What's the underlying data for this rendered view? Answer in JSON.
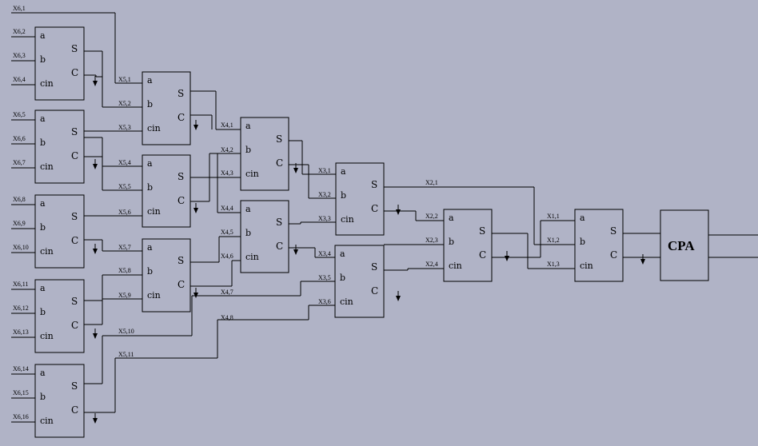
{
  "ports": {
    "a": "a",
    "b": "b",
    "cin": "cin",
    "s": "S",
    "c": "C"
  },
  "cpa_label": "CPA",
  "inputs": [
    "X6,1",
    "X6,2",
    "X6,3",
    "X6,4",
    "X6,5",
    "X6,6",
    "X6,7",
    "X6,8",
    "X6,9",
    "X6,10",
    "X6,11",
    "X6,12",
    "X6,13",
    "X6,14",
    "X6,15",
    "X6,16"
  ],
  "stage5": [
    "X5,1",
    "X5,2",
    "X5,3",
    "X5,4",
    "X5,5",
    "X5,6",
    "X5,7",
    "X5,8",
    "X5,9",
    "X5,10",
    "X5,11"
  ],
  "stage4": [
    "X4,1",
    "X4,2",
    "X4,3",
    "X4,4",
    "X4,5",
    "X4,6",
    "X4,7",
    "X4,8"
  ],
  "stage3": [
    "X3,1",
    "X3,2",
    "X3,3",
    "X3,4",
    "X3,5",
    "X3,6"
  ],
  "stage2": [
    "X2,1",
    "X2,2",
    "X2,3",
    "X2,4"
  ],
  "stage1": [
    "X1,1",
    "X1,2",
    "X1,3"
  ]
}
